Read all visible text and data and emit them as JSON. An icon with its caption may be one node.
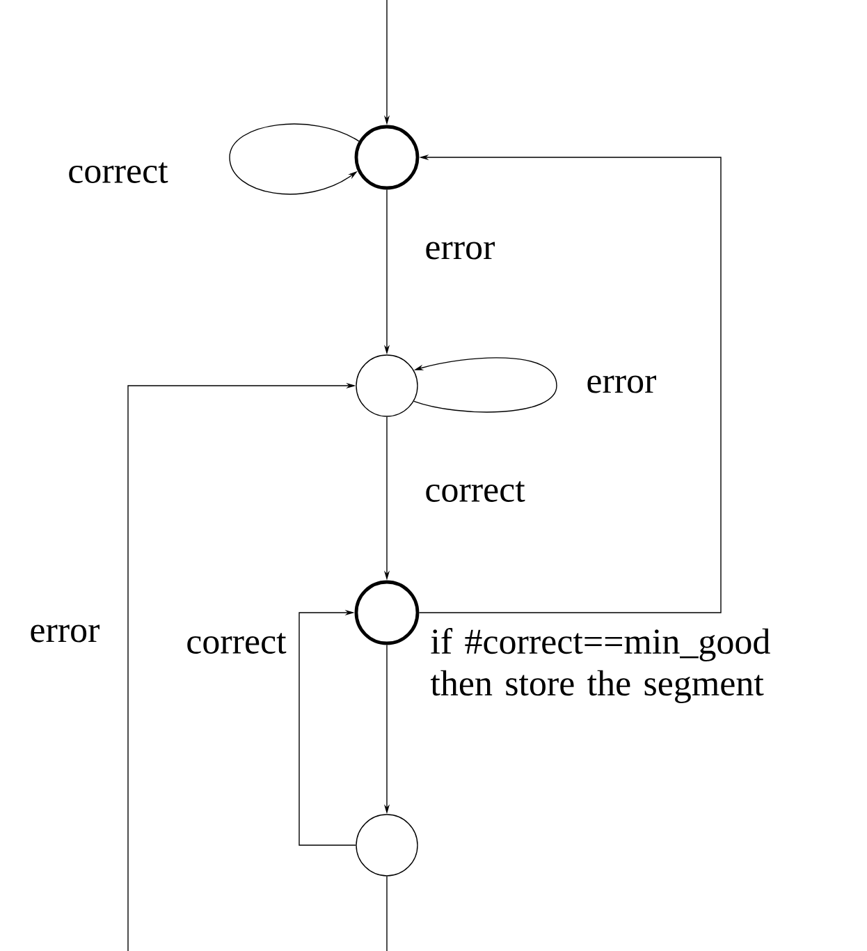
{
  "diagram": {
    "nodes": [
      {
        "text": [],
        "shape": "circle"
      },
      {
        "text": [],
        "shape": "circle"
      },
      {
        "text": [],
        "shape": "circle"
      },
      {
        "text": [],
        "shape": "circle"
      }
    ],
    "edges": [
      {
        "from": null,
        "to": 0,
        "arrow": "to"
      },
      {
        "from": 0,
        "to": 0,
        "arrow": "to",
        "label": "correct"
      },
      {
        "from": 0,
        "to": 1,
        "arrow": "to",
        "label": "error"
      },
      {
        "from": 1,
        "to": 1,
        "arrow": "to",
        "label": "error"
      },
      {
        "from": 1,
        "to": 2,
        "arrow": "to",
        "label": "correct"
      },
      {
        "from": 2,
        "to": 0,
        "arrow": "to",
        "label": "if #correct==min_good then store the segment"
      },
      {
        "from": 2,
        "to": 3,
        "arrow": "to"
      },
      {
        "from": 3,
        "to": 2,
        "arrow": "to",
        "label": "correct"
      },
      {
        "from": null,
        "to": 1,
        "arrow": "to",
        "label": "error"
      },
      {
        "from": 3,
        "to": null,
        "arrow": "none"
      }
    ]
  }
}
